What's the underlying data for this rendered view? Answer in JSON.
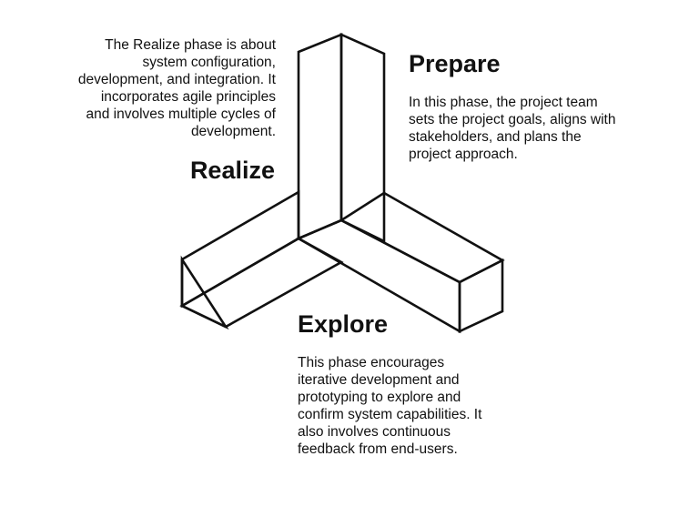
{
  "phases": {
    "prepare": {
      "title": "Prepare",
      "description": "In this phase, the project team\nsets the project goals, aligns with\nstakeholders, and plans the\nproject approach."
    },
    "realize": {
      "title": "Realize",
      "description": "The Realize phase is about\nsystem configuration,\ndevelopment, and integration. It\nincorporates agile principles\nand involves multiple cycles of\ndevelopment."
    },
    "explore": {
      "title": "Explore",
      "description": "This phase encourages\niterative development and\nprototyping to explore and\nconfirm system capabilities. It\nalso involves continuous\nfeedback from end-users."
    }
  },
  "colors": {
    "stroke": "#111111",
    "background": "#ffffff"
  }
}
